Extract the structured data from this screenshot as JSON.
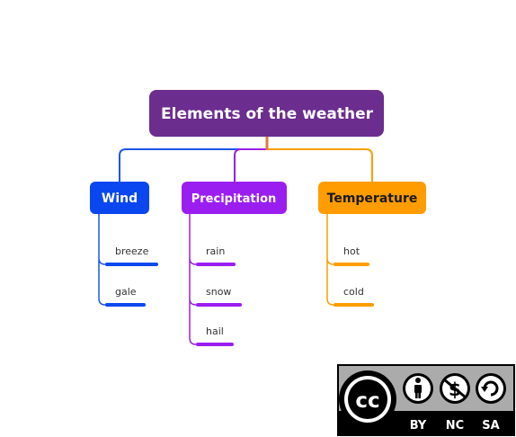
{
  "diagram": {
    "root": {
      "label": "Elements of the weather",
      "color": "#6b2d8e"
    },
    "branches": [
      {
        "label": "Wind",
        "color": "#0a47f0",
        "line_color": "#1f55e8",
        "text_color": "#ffffff",
        "leaves": [
          "breeze",
          "gale"
        ]
      },
      {
        "label": "Precipitation",
        "color": "#9b1ef0",
        "line_color": "#9a1ee8",
        "text_color": "#ffffff",
        "leaves": [
          "rain",
          "snow",
          "hail"
        ]
      },
      {
        "label": "Temperature",
        "color": "#ff9c00",
        "line_color": "#ff9c00",
        "text_color": "#1a1a1a",
        "leaves": [
          "hot",
          "cold"
        ]
      }
    ]
  },
  "license_badge": {
    "cc": "cc",
    "terms": [
      "BY",
      "NC",
      "SA"
    ],
    "icons": [
      "creative-commons-icon",
      "attribution-person-icon",
      "non-commercial-dollar-icon",
      "share-alike-icon"
    ]
  }
}
